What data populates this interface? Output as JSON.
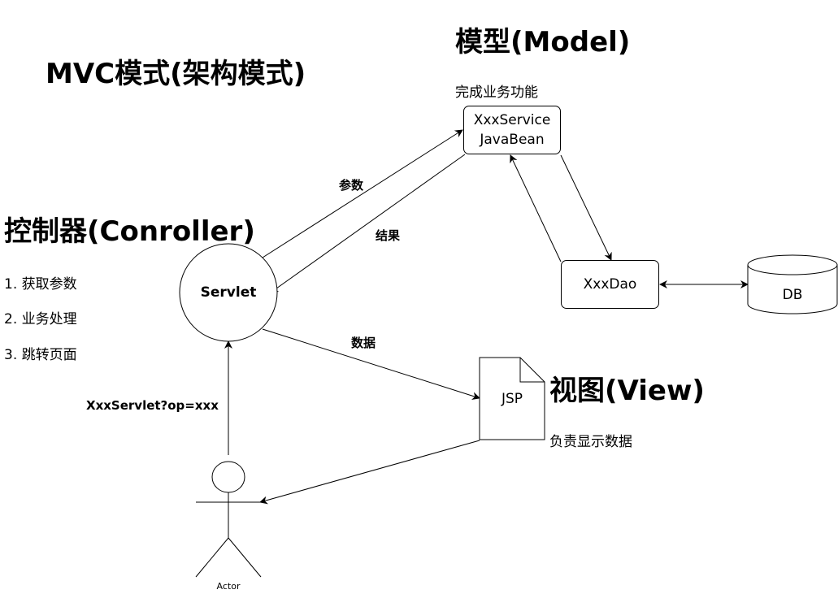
{
  "titles": {
    "mvc": "MVC模式(架构模式)",
    "model": "模型(Model)",
    "controller": "控制器(Conroller)",
    "view": "视图(View)"
  },
  "model": {
    "description": "完成业务功能",
    "service_line1": "XxxService",
    "service_line2": "JavaBean",
    "dao": "XxxDao",
    "db": "DB"
  },
  "controller": {
    "steps": [
      "1. 获取参数",
      "2. 业务处理",
      "3. 跳转页面"
    ],
    "servlet": "Servlet"
  },
  "view": {
    "jsp": "JSP",
    "description": "负责显示数据"
  },
  "edges": {
    "params": "参数",
    "result": "结果",
    "data": "数据",
    "request": "XxxServlet?op=xxx"
  },
  "actor": {
    "label": "Actor"
  }
}
